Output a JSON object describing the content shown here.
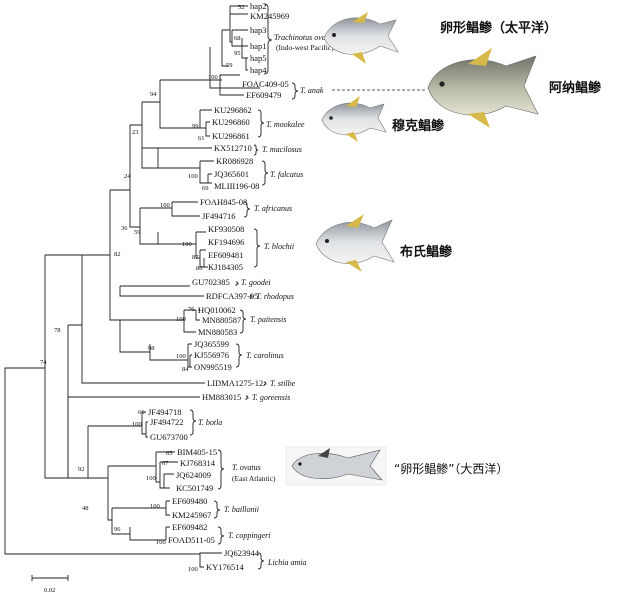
{
  "taxa": {
    "hap2": "hap2",
    "KM245969": "KM245969",
    "hap3": "hap3",
    "hap1": "hap1",
    "hap5": "hap5",
    "hap4": "hap4",
    "FOAC409_05": "FOAC409-05",
    "EF609479": "EF609479",
    "KU296862": "KU296862",
    "KU296860": "KU296860",
    "KU296861": "KU296861",
    "KX512710": "KX512710",
    "KR086928": "KR086928",
    "JQ365601": "JQ365601",
    "MLIII196_08": "MLIII196-08",
    "FOAH845_08": "FOAH845-08",
    "JF494716": "JF494716",
    "KF930508": "KF930508",
    "KF194696": "KF194696",
    "EF609481": "EF609481",
    "KJ184305": "KJ184305",
    "GU702385": "GU702385",
    "RDFCA397_05": "RDFCA397-05",
    "HQ010062": "HQ010062",
    "MN880587": "MN880587",
    "MN880583": "MN880583",
    "JQ365599": "JQ365599",
    "KJ556976": "KJ556976",
    "ON995519": "ON995519",
    "LIDMA1275_12": "LIDMA1275-12",
    "HM883015": "HM883015",
    "JF494718": "JF494718",
    "JF494722": "JF494722",
    "GU673700": "GU673700",
    "BIM405_15": "BIM405-15",
    "KJ768314": "KJ768314",
    "JQ624009": "JQ624009",
    "KC501749": "KC501749",
    "EF609480": "EF609480",
    "KM245967": "KM245967",
    "EF609482": "EF609482",
    "FOAD511_05": "FOAD511-05",
    "JQ623944": "JQ623944",
    "KY176514": "KY176514"
  },
  "bootstrap": {
    "b52": "52",
    "b68": "68",
    "b95": "95",
    "b59": "59",
    "b100a": "100",
    "b94": "94",
    "b99": "99",
    "b61": "61",
    "b23": "23",
    "b24": "24",
    "b100b": "100",
    "b69": "69",
    "b100c": "100",
    "b100d": "100",
    "b87": "87",
    "b80": "80",
    "b59b": "59",
    "b36": "36",
    "b82": "82",
    "b76": "76",
    "b100e": "100",
    "b98": "98",
    "b100f": "100",
    "b84": "84",
    "b78": "78",
    "b74": "74",
    "b66": "66",
    "b100g": "100",
    "b65": "65",
    "b67": "67",
    "b92": "92",
    "b100h": "100",
    "b48": "48",
    "b100i": "100",
    "b96": "96",
    "b100j": "100"
  },
  "species": {
    "ovatus_ip": "Trachinotus ovatus",
    "ovatus_ip_sub": "(Indo-west Pacific)",
    "anak": "T. anak",
    "mookalee": "T. mookalee",
    "macilosus": "T. macilosus",
    "falcatus": "T. falcatus",
    "africanus": "T. africanus",
    "blochii": "T. blochii",
    "goodei": "T. goodei",
    "rhodopus": "T. rhodopus",
    "paitensis": "T. paitensis",
    "carolinus": "T. carolinus",
    "stilbe": "T. stilbe",
    "goreensis": "T. goreensis",
    "botla": "T. botla",
    "ovatus_ea": "T. ovatus",
    "ovatus_ea_sub": "(East Atlantic)",
    "baillonii": "T. baillonii",
    "coppingeri": "T. coppingeri",
    "lichia": "Lichia amia"
  },
  "common_names": {
    "pacific_ovatus": "卵形鲳鲹（太平洋）",
    "anak": "阿纳鲳鲹",
    "mookalee": "穆克鲳鲹",
    "blochii": "布氏鲳鲹",
    "atlantic_ovatus": "“卵形鲳鲹”（大西洋）"
  },
  "scale": {
    "label": "0.02"
  },
  "colors": {
    "line": "#222222",
    "fish_body": "#b9bdc2",
    "fish_fin": "#d7b94a"
  }
}
